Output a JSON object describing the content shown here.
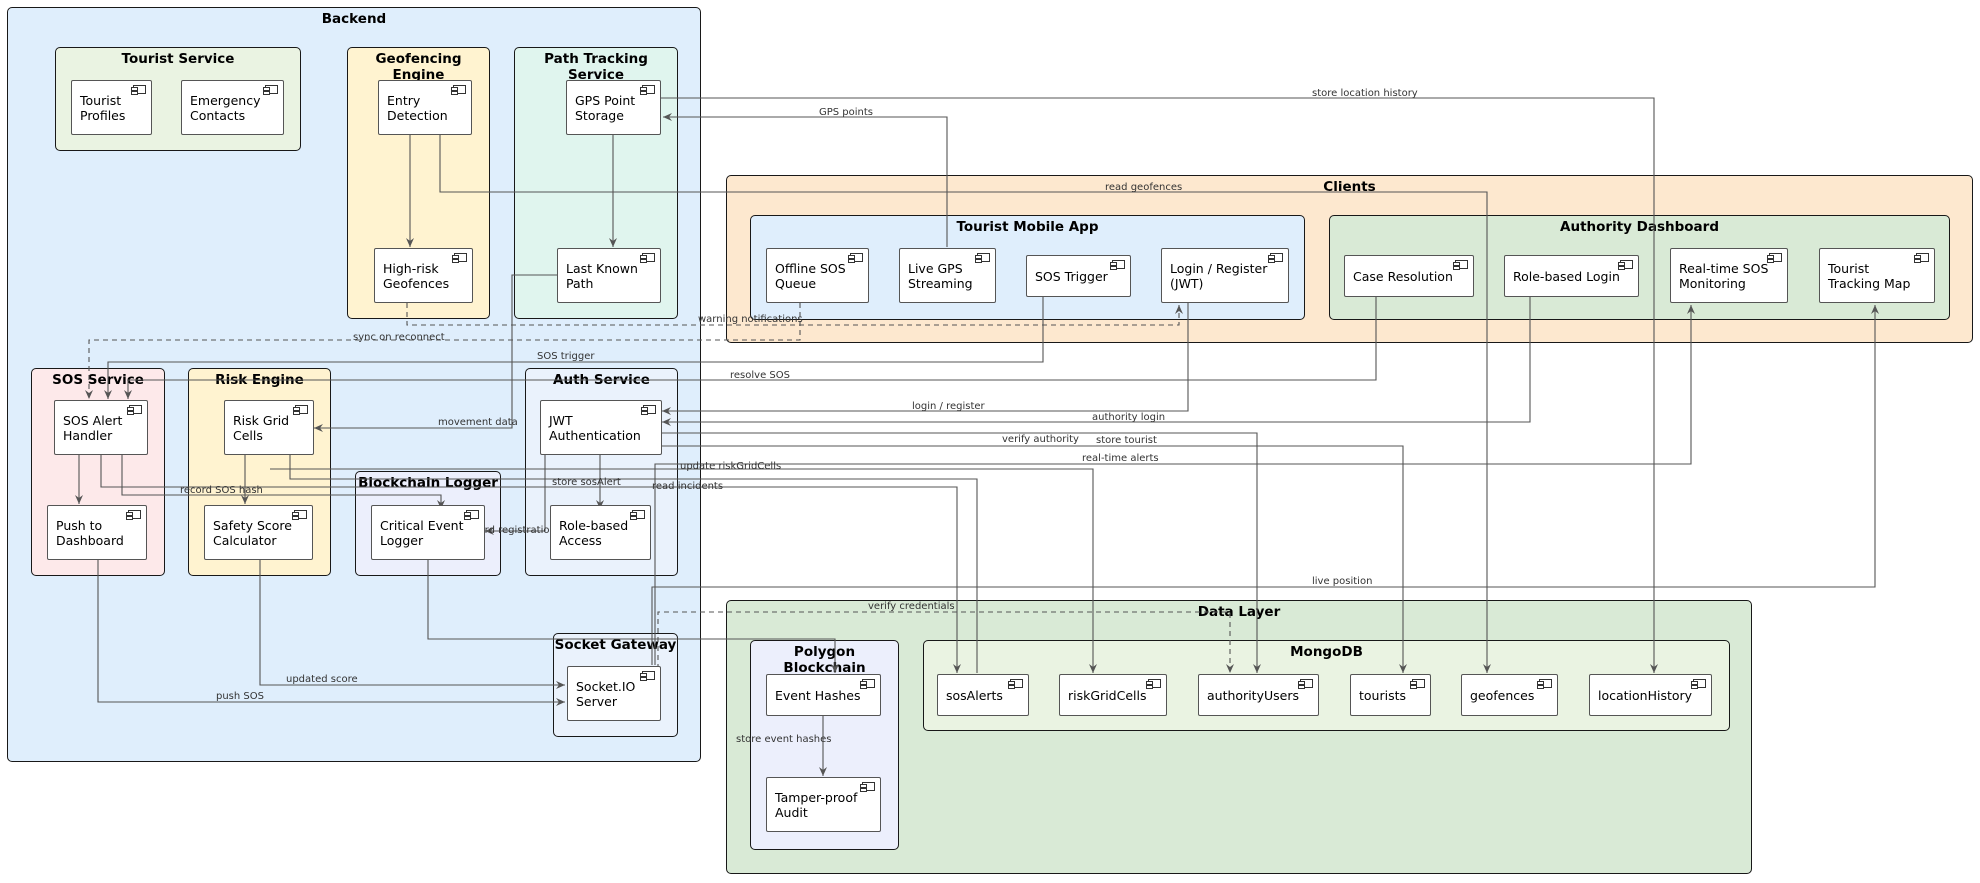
{
  "packages": {
    "backend": "Backend",
    "tourist_service": "Tourist Service",
    "geofencing_engine": "Geofencing Engine",
    "path_tracking_service": "Path Tracking Service",
    "sos_service": "SOS Service",
    "risk_engine": "Risk Engine",
    "auth_service": "Auth Service",
    "blockchain_logger": "Blockchain Logger",
    "socket_gateway": "Socket Gateway",
    "clients": "Clients",
    "tourist_mobile_app": "Tourist Mobile App",
    "authority_dashboard": "Authority Dashboard",
    "data_layer": "Data Layer",
    "polygon_blockchain": "Polygon Blockchain",
    "mongodb": "MongoDB"
  },
  "components": {
    "tourist_profiles": "Tourist\nProfiles",
    "emergency_contacts": "Emergency\nContacts",
    "entry_detection": "Entry\nDetection",
    "high_risk_geofences": "High-risk\nGeofences",
    "gps_point_storage": "GPS Point\nStorage",
    "last_known_path": "Last Known\nPath",
    "sos_alert_handler": "SOS Alert\nHandler",
    "push_to_dashboard": "Push to\nDashboard",
    "risk_grid_cells": "Risk Grid\nCells",
    "safety_score_calculator": "Safety Score\nCalculator",
    "jwt_authentication": "JWT\nAuthentication",
    "role_based_access": "Role-based\nAccess",
    "critical_event_logger": "Critical Event\nLogger",
    "socketio_server": "Socket.IO\nServer",
    "offline_sos_queue": "Offline SOS\nQueue",
    "live_gps_streaming": "Live GPS\nStreaming",
    "sos_trigger": "SOS Trigger",
    "login_register": "Login / Register\n(JWT)",
    "case_resolution": "Case Resolution",
    "role_based_login": "Role-based Login",
    "realtime_sos_monitoring": "Real-time SOS\nMonitoring",
    "tourist_tracking_map": "Tourist\nTracking Map",
    "event_hashes": "Event Hashes",
    "tamper_proof_audit": "Tamper-proof\nAudit",
    "sos_alerts": "sosAlerts",
    "risk_grid_cells_db": "riskGridCells",
    "authority_users": "authorityUsers",
    "tourists": "tourists",
    "geofences": "geofences",
    "location_history": "locationHistory"
  },
  "edge_labels": {
    "store_location_history": "store location history",
    "gps_points": "GPS points",
    "read_geofences": "read geofences",
    "warning_notifications": "warning notifications",
    "sync_on_reconnect": "sync on reconnect",
    "sos_trigger": "SOS trigger",
    "resolve_sos": "resolve SOS",
    "login_register": "login / register",
    "authority_login": "authority login",
    "movement_data": "movement data",
    "verify_authority": "verify authority",
    "store_tourist": "store tourist",
    "real_time_alerts": "real-time alerts",
    "update_riskgridcells": "update riskGridCells",
    "record_sos_hash": "record SOS hash",
    "store_sosalert": "store sosAlert",
    "read_incidents": "read incidents",
    "record_registration_hash": "record registration hash",
    "live_position": "live position",
    "verify_credentials": "verify credentials",
    "updated_score": "updated score",
    "push_sos": "push SOS",
    "store_event_hashes": "store event hashes"
  },
  "colors": {
    "backend": "#dfeefc",
    "tourist_service": "#eaf3e2",
    "geofencing_engine": "#fff3d0",
    "path_tracking_service": "#e0f5ee",
    "sos_service": "#fde9ea",
    "risk_engine": "#fff3d0",
    "auth_service": "#eaf2fc",
    "blockchain_logger": "#eceffc",
    "socket_gateway": "#eaf2fc",
    "clients": "#fde8cf",
    "tourist_mobile_app": "#dfeefc",
    "authority_dashboard": "#d9ead6",
    "data_layer": "#d9ead6",
    "polygon_blockchain": "#eceffc",
    "mongodb": "#eaf3e2",
    "edge": "#555555"
  }
}
